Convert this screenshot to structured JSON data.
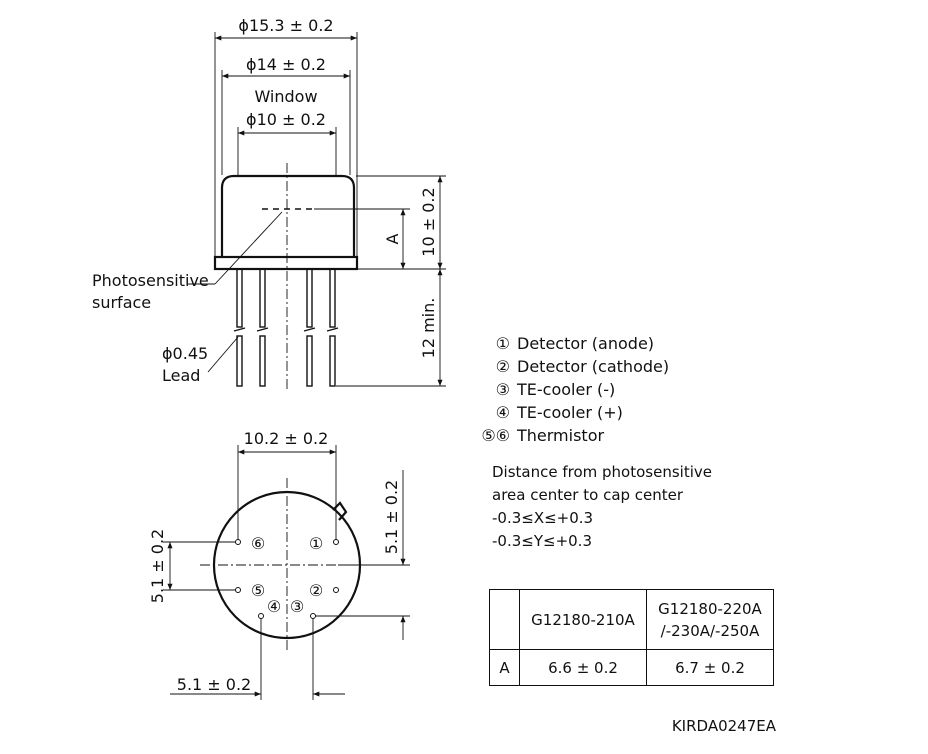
{
  "side_view": {
    "dim_outer_dia": "ϕ15.3 ± 0.2",
    "dim_flange_dia": "ϕ14 ± 0.2",
    "window_label": "Window",
    "dim_window_dia": "ϕ10 ± 0.2",
    "dim_a": "A",
    "dim_height": "10 ± 0.2",
    "dim_lead_length": "12 min.",
    "photosensitive_label": [
      "Photosensitive",
      "surface"
    ],
    "lead_label": [
      "ϕ0.45",
      "Lead"
    ]
  },
  "pin_legend": [
    {
      "num": "①",
      "desc": "Detector (anode)"
    },
    {
      "num": "②",
      "desc": "Detector (cathode)"
    },
    {
      "num": "③",
      "desc": "TE-cooler (-)"
    },
    {
      "num": "④",
      "desc": "TE-cooler (+)"
    },
    {
      "num": "⑤⑥",
      "desc": "Thermistor"
    }
  ],
  "distance_note": [
    "Distance from photosensitive",
    "area center to cap center",
    "-0.3≤X≤+0.3",
    "-0.3≤Y≤+0.3"
  ],
  "bottom_view": {
    "dim_top_width": "10.2 ± 0.2",
    "dim_right_height": "5.1 ± 0.2",
    "dim_left_height": "5.1 ± 0.2",
    "dim_bottom_width": "5.1 ± 0.2",
    "pins": [
      "①",
      "②",
      "③",
      "④",
      "⑤",
      "⑥"
    ]
  },
  "spec_table": {
    "header": [
      "",
      "G12180-210A",
      "G12180-220A\n/-230A/-250A"
    ],
    "rows": [
      [
        "A",
        "6.6 ± 0.2",
        "6.7 ± 0.2"
      ]
    ]
  },
  "drawing_code": "KIRDA0247EA"
}
